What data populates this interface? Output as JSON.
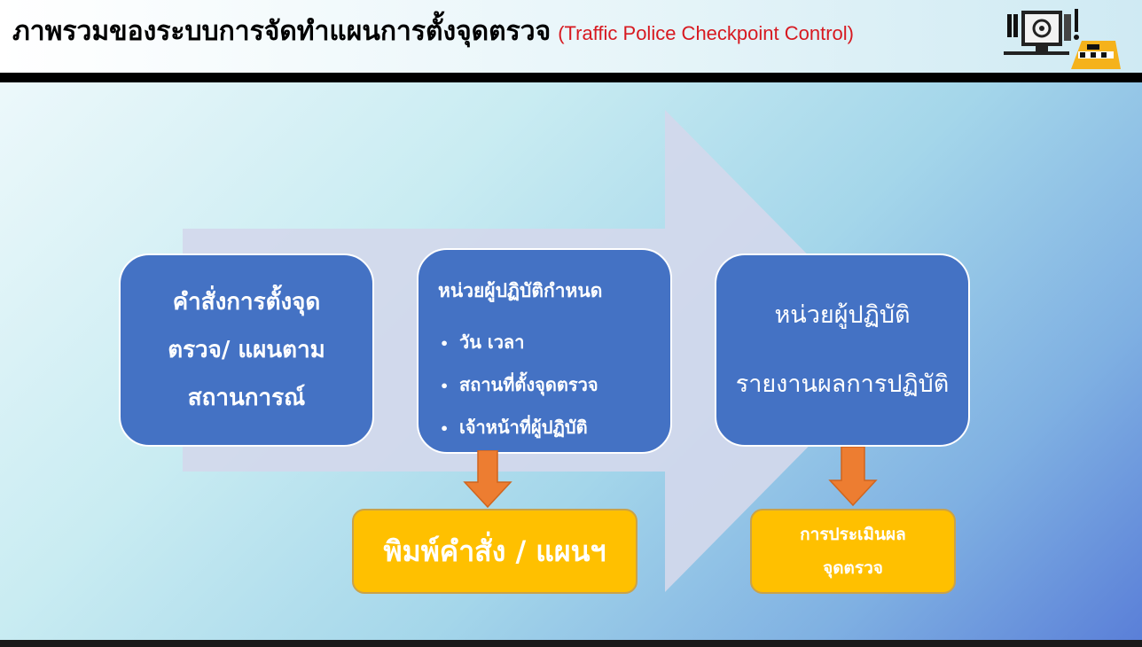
{
  "header": {
    "title_th": "ภาพรวมของระบบการจัดทำแผนการตั้งจุดตรวจ",
    "title_en": "(Traffic Police Checkpoint Control)"
  },
  "flow": {
    "order_box": {
      "lines": [
        "คำสั่งการตั้งจุด",
        "ตรวจ/ แผนตาม",
        "สถานการณ์"
      ]
    },
    "unit_box": {
      "heading": "หน่วยผู้ปฏิบัติกำหนด",
      "items": [
        "วัน เวลา",
        "สถานที่ตั้งจุดตรวจ",
        "เจ้าหน้าที่ผู้ปฏิบัติ"
      ]
    },
    "report_box": {
      "lines": [
        "หน่วยผู้ปฏิบัติ",
        "รายงานผลการปฏิบัติ"
      ]
    },
    "print_box": {
      "label": "พิมพ์คำสั่ง / แผนฯ"
    },
    "eval_box": {
      "lines": [
        "การประเมินผล",
        "จุดตรวจ"
      ]
    }
  },
  "colors": {
    "blue_box": "#4472c4",
    "gold_box": "#ffc000",
    "orange_arrow": "#ed7d31",
    "big_arrow": "#d2d8ec",
    "title_en": "#d71920"
  },
  "icons": {
    "logo": "computer-settings-roadblock-icon"
  }
}
